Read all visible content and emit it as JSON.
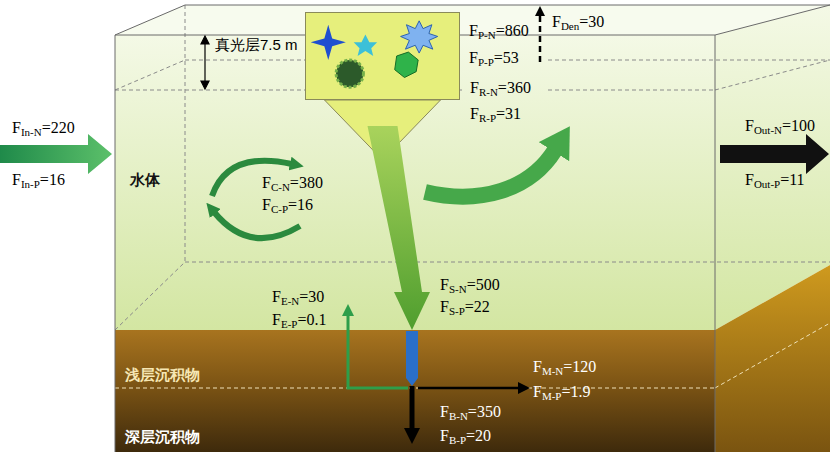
{
  "diagram": {
    "nodes": [
      {
        "text": [
          "水体"
        ]
      },
      {
        "text": [
          "FP-N=860",
          "FP-P=53"
        ],
        "in": 0
      },
      {
        "text": [
          "浅层沉积物"
        ]
      },
      {
        "text": [
          "深层沉积物"
        ]
      }
    ],
    "edges": [
      {
        "from": 1,
        "to": 2,
        "arrow": "to"
      },
      {
        "from": 2,
        "to": 3,
        "arrow": "to"
      },
      {
        "from": 2,
        "to": 0,
        "arrow": "to"
      }
    ],
    "labels": [
      "真光层7.5 m",
      "FDen=30",
      "FIn-N=220",
      "FIn-P=16",
      "FOut-N=100",
      "FOut-P=11",
      "FR-N=360",
      "FR-P=31",
      "FC-N=380",
      "FC-P=16",
      "FS-N=500",
      "FS-P=22",
      "FE-N=30",
      "FE-P=0.1",
      "FM-N=120",
      "FM-P=1.9",
      "FB-N=350",
      "FB-P=20"
    ]
  }
}
